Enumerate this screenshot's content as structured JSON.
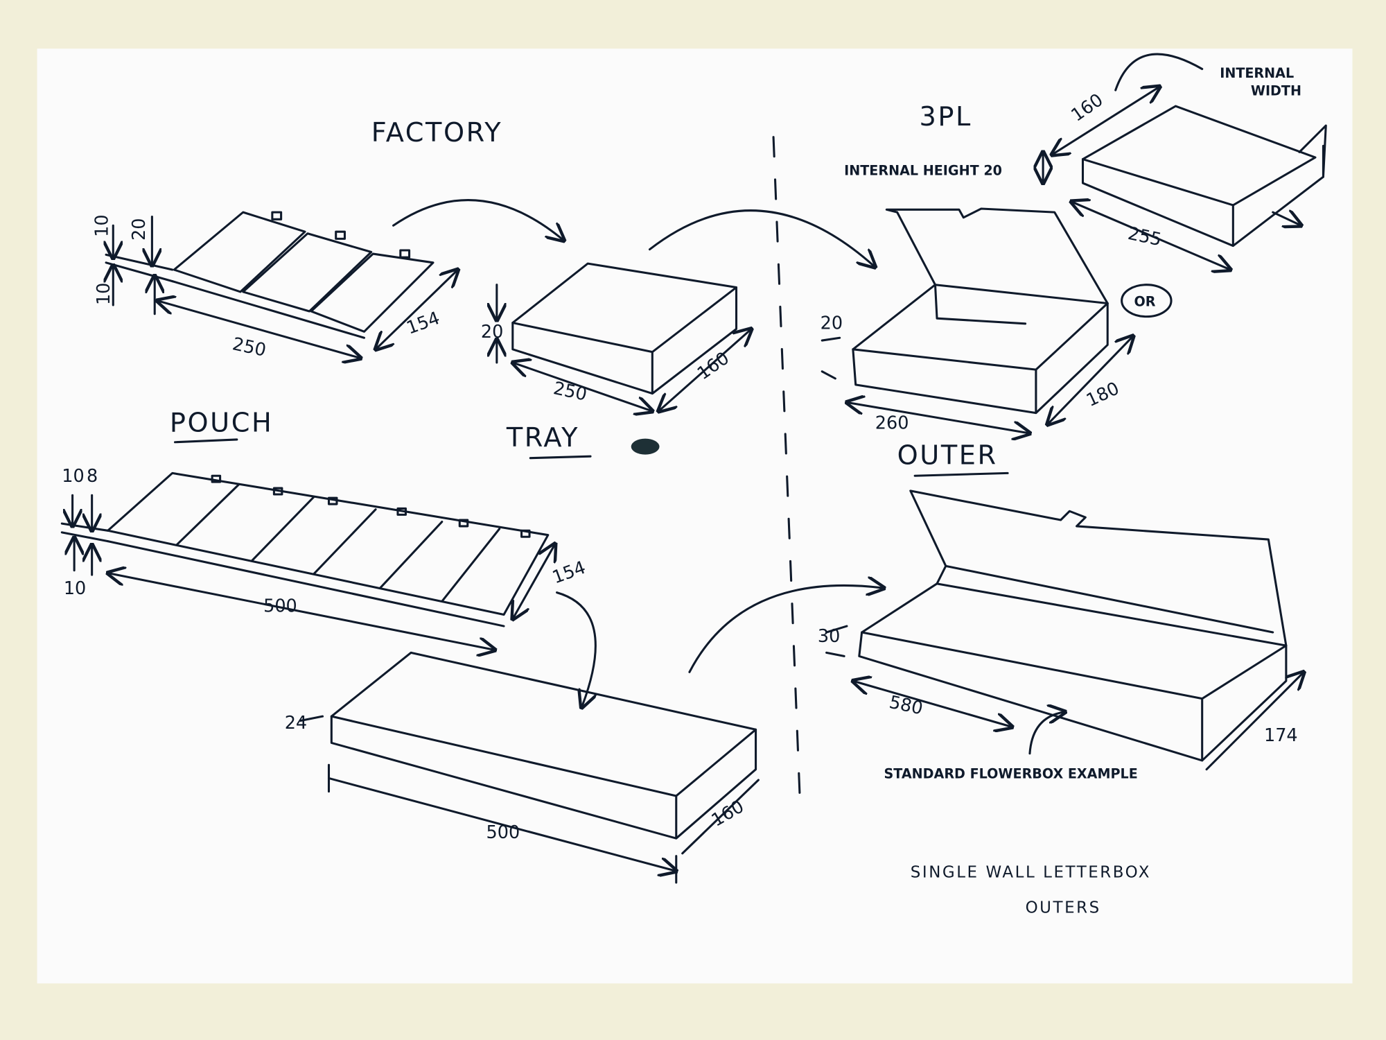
{
  "sections": {
    "factory": "FACTORY",
    "tpl": "3PL"
  },
  "labels": {
    "pouch": "POUCH",
    "tray": "TRAY",
    "outer": "OUTER",
    "internal_height": "INTERNAL HEIGHT 20",
    "internal_width_1": "INTERNAL",
    "internal_width_2": "WIDTH",
    "or": "OR",
    "flowerbox": "STANDARD FLOWERBOX EXAMPLE",
    "footer_1": "SINGLE WALL LETTERBOX",
    "footer_2": "OUTERS"
  },
  "dimensions": {
    "pouch3": {
      "top_a": "10",
      "top_b": "20",
      "bottom": "10",
      "length": "250",
      "width": "154"
    },
    "tray": {
      "height": "20",
      "length": "250",
      "width": "160"
    },
    "outer": {
      "height": "20",
      "length": "260",
      "width": "180"
    },
    "closed_box": {
      "width": "160",
      "length": "255"
    },
    "pouch6": {
      "top_a": "10",
      "top_b": "8",
      "bottom": "10",
      "length": "500",
      "width": "154"
    },
    "long_tray": {
      "height": "24",
      "length": "500",
      "width": "160"
    },
    "flowerbox": {
      "height": "30",
      "length": "580",
      "width": "174"
    }
  },
  "colors": {
    "ink": "#0f1a2b",
    "paper": "#fbfbfb",
    "background": "#f2efd9"
  }
}
